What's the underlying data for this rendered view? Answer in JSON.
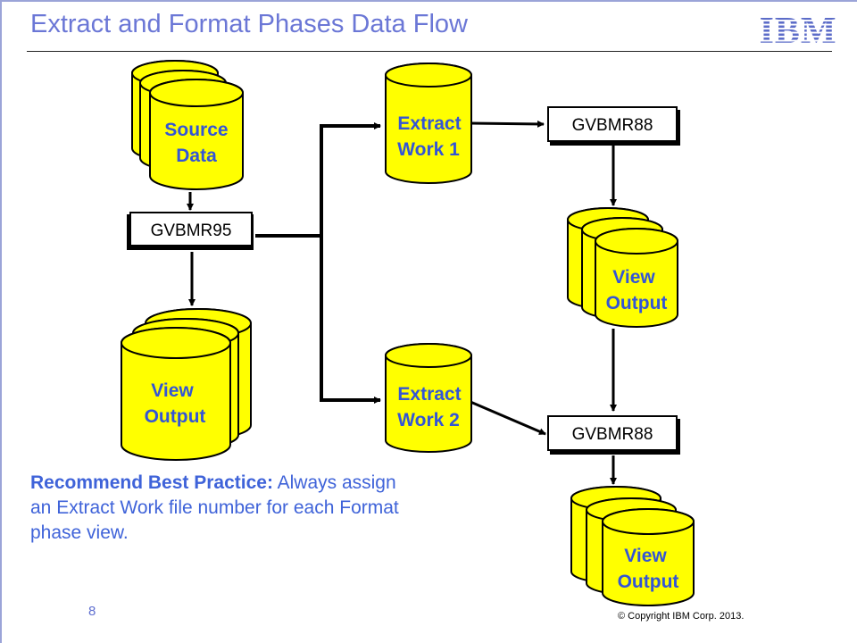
{
  "title": "Extract and Format Phases Data Flow",
  "logo_text": "IBM",
  "colors": {
    "title": "#6b77d6",
    "cylinder_fill": "#ffff00",
    "cylinder_label": "#3355d6",
    "box_border": "#000000",
    "arrow": "#000000"
  },
  "nodes": {
    "source": {
      "line1": "Source",
      "line2": "Data"
    },
    "gvbmr95": {
      "label": "GVBMR95"
    },
    "view_output_left": {
      "line1": "View",
      "line2": "Output"
    },
    "extract_work_1": {
      "line1": "Extract",
      "line2": "Work 1"
    },
    "extract_work_2": {
      "line1": "Extract",
      "line2": "Work 2"
    },
    "gvbmr88_top": {
      "label": "GVBMR88"
    },
    "gvbmr88_bottom": {
      "label": "GVBMR88"
    },
    "view_output_right_top": {
      "line1": "View",
      "line2": "Output"
    },
    "view_output_right_bottom": {
      "line1": "View",
      "line2": "Output"
    }
  },
  "note": {
    "heading": "Recommend Best Practice:",
    "body": " Always assign an Extract Work file number for each Format phase view."
  },
  "page_number": "8",
  "copyright": "© Copyright  IBM Corp.  2013."
}
